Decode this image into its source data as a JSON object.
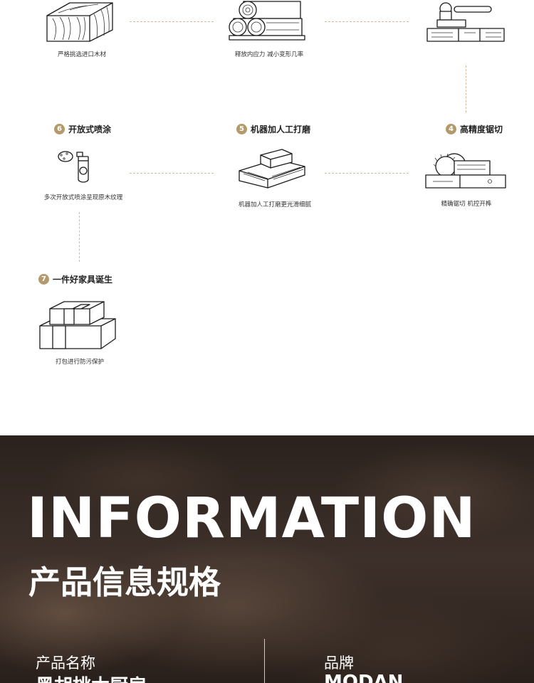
{
  "process": {
    "steps": [
      {
        "num": "",
        "label": "",
        "caption": "严格挑选进口木材",
        "icon": "timber-block-icon"
      },
      {
        "num": "",
        "label": "",
        "caption": "释放内应力 减小变形几率",
        "icon": "stacked-logs-icon"
      },
      {
        "num": "",
        "label": "",
        "caption": "",
        "icon": "wood-clamp-icon"
      },
      {
        "num": "4",
        "label": "高精度锯切",
        "caption": "精确锯切 机控开榫",
        "icon": "circular-saw-icon"
      },
      {
        "num": "5",
        "label": "机器加人工打磨",
        "caption": "机器加人工打磨更光滑细腻",
        "icon": "sanding-block-icon"
      },
      {
        "num": "6",
        "label": "开放式喷涂",
        "caption": "多次开放式喷涂呈现原木纹理",
        "icon": "spray-can-icon"
      },
      {
        "num": "7",
        "label": "一件好家具诞生",
        "caption": "打包进行防污保护",
        "icon": "packaged-boxes-icon"
      }
    ]
  },
  "info": {
    "heading": "INFORMATION",
    "subheading": "产品信息规格",
    "fields": [
      {
        "label": "产品名称",
        "value": "黑胡桃木厨房"
      },
      {
        "label": "品牌",
        "value": "MODAN"
      }
    ]
  },
  "colors": {
    "accent_badge": "#b39a6d",
    "dashed_connector": "#d8b89a",
    "info_background": "#3a2d26"
  }
}
